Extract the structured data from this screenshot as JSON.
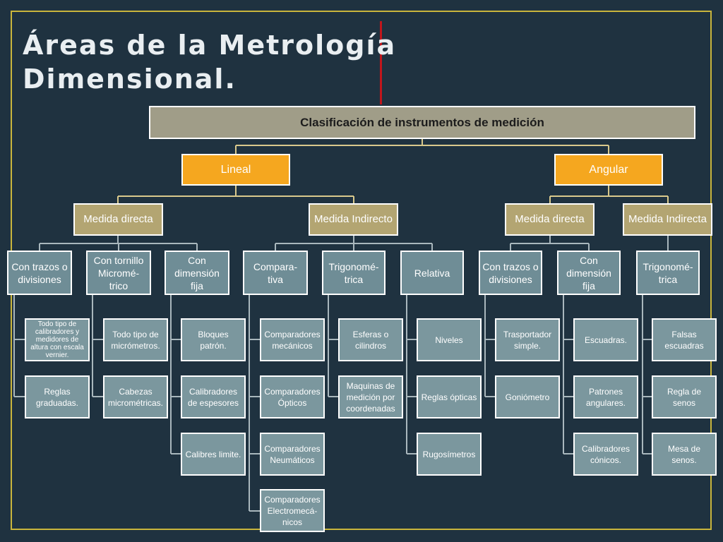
{
  "slide": {
    "title": "Áreas de la Metrología\nDimensional."
  },
  "colors": {
    "background": "#1f3240",
    "frame": "#c9b53c",
    "accent_line": "#c0161c",
    "connector": "#d9c98c",
    "connector_lower": "#a9b7bd",
    "root_fill": "#a09d88",
    "level1_fill": "#f5a71f",
    "level2_fill": "#b3a572",
    "level3_fill": "#6f8d96",
    "leaf_fill": "#7b979e"
  },
  "diagram": {
    "root": "Clasificación de instrumentos de medición",
    "lineal": {
      "label": "Lineal",
      "directa": {
        "label": "Medida directa",
        "trazos": {
          "label": "Con trazos o divisiones",
          "items": [
            "Todo tipo de calibradores y medidores de altura con escala vernier.",
            "Reglas graduadas."
          ]
        },
        "tornillo": {
          "label": "Con tornillo Micromé-trico",
          "items": [
            "Todo tipo de micrómetros.",
            "Cabezas micrométricas."
          ]
        },
        "fija": {
          "label": "Con dimensión fija",
          "items": [
            "Bloques patrón.",
            "Calibradores de espesores",
            "Calibres limite."
          ]
        }
      },
      "indirecta": {
        "label": "Medida Indirecto",
        "comparativa": {
          "label": "Compara-tiva",
          "items": [
            "Comparadores mecánicos",
            "Comparadores Ópticos",
            "Comparadores Neumáticos",
            "Comparadores Electromecá-nicos"
          ]
        },
        "trigonometrica": {
          "label": "Trigonomé-trica",
          "items": [
            "Esferas o cilindros",
            "Maquinas de medición por coordenadas"
          ]
        },
        "relativa": {
          "label": "Relativa",
          "items": [
            "Niveles",
            "Reglas ópticas",
            "Rugosímetros"
          ]
        }
      }
    },
    "angular": {
      "label": "Angular",
      "directa": {
        "label": "Medida directa",
        "trazos": {
          "label": "Con trazos o divisiones",
          "items": [
            "Trasportador simple.",
            "Goniómetro"
          ]
        },
        "fija": {
          "label": "Con dimensión fija",
          "items": [
            "Escuadras.",
            "Patrones angulares.",
            "Calibradores cónicos."
          ]
        }
      },
      "indirecta": {
        "label": "Medida Indirecta",
        "trigonometrica": {
          "label": "Trigonomé-trica",
          "items": [
            "Falsas escuadras",
            "Regla de senos",
            "Mesa de senos."
          ]
        }
      }
    }
  }
}
